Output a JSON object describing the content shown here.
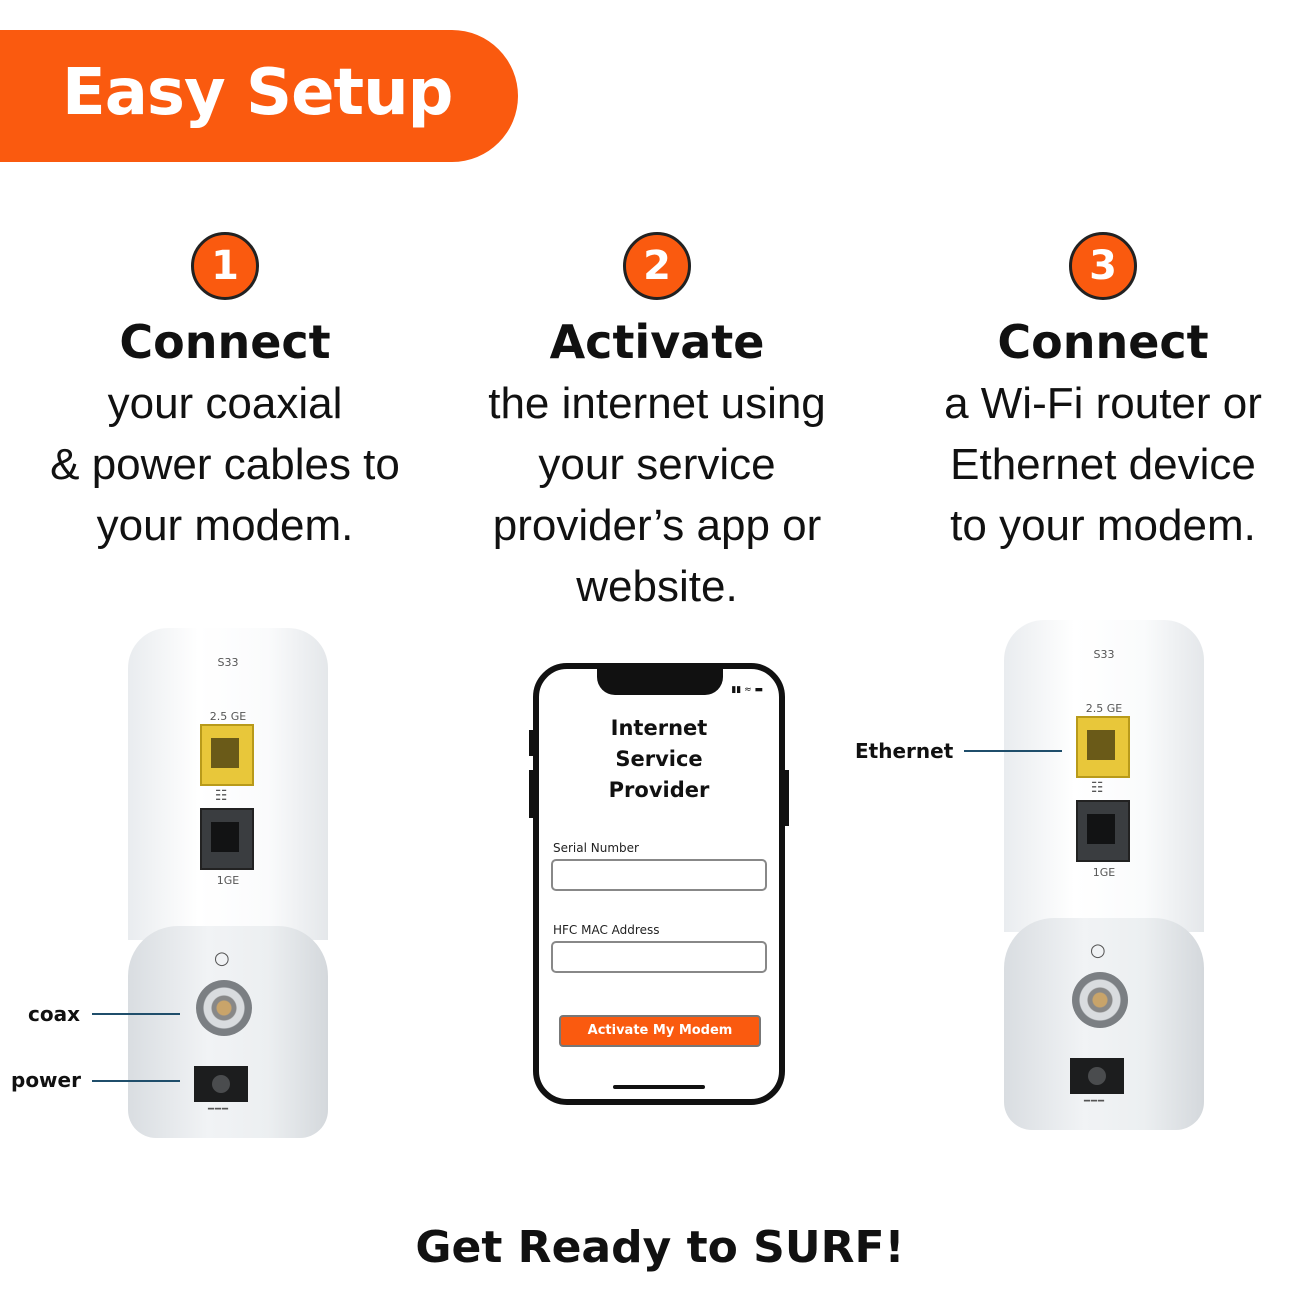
{
  "banner": {
    "title": "Easy Setup"
  },
  "steps": [
    {
      "number": "1",
      "title": "Connect",
      "lines": [
        "your coaxial",
        "& power cables to",
        "your modem."
      ]
    },
    {
      "number": "2",
      "title": "Activate",
      "lines": [
        "the internet using",
        "your service",
        "provider’s app or",
        "website."
      ]
    },
    {
      "number": "3",
      "title": "Connect",
      "lines": [
        "a Wi-Fi router or",
        "Ethernet device",
        "to your modem."
      ]
    }
  ],
  "modem": {
    "model": "S33",
    "port_top": "2.5 GE",
    "port_bottom": "1GE"
  },
  "callouts": {
    "coax": "coax",
    "power": "power",
    "ethernet": "Ethernet"
  },
  "phone": {
    "title_lines": [
      "Internet",
      "Service",
      "Provider"
    ],
    "serial_label": "Serial Number",
    "mac_label": "HFC MAC Address",
    "button_label": "Activate My Modem"
  },
  "colors": {
    "accent": "#fa5a0f",
    "callout_line": "#1f4e6b"
  },
  "footer": {
    "text": "Get Ready to SURF!"
  }
}
